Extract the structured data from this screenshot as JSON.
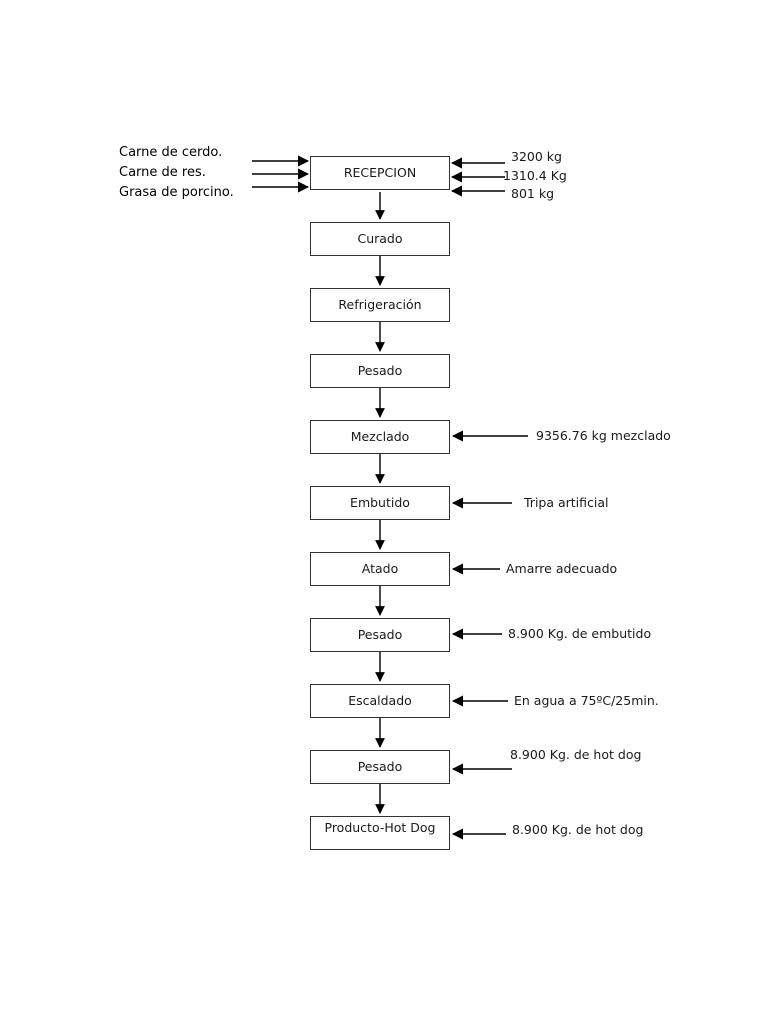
{
  "diagram": {
    "type": "process-flowchart",
    "title_present": false,
    "orientation": "vertical",
    "process_steps": [
      {
        "id": "recepcion",
        "label": "RECEPCION"
      },
      {
        "id": "curado",
        "label": "Curado"
      },
      {
        "id": "refrigeracion",
        "label": "Refrigeración"
      },
      {
        "id": "pesado-1",
        "label": "Pesado"
      },
      {
        "id": "mezclado",
        "label": "Mezclado"
      },
      {
        "id": "embutido",
        "label": "Embutido"
      },
      {
        "id": "atado",
        "label": "Atado"
      },
      {
        "id": "pesado-2",
        "label": "Pesado"
      },
      {
        "id": "escaldado",
        "label": "Escaldado"
      },
      {
        "id": "pesado-3",
        "label": "Pesado"
      },
      {
        "id": "producto",
        "label": "Producto-Hot Dog"
      }
    ],
    "inputs_left": [
      {
        "id": "input-cerdo",
        "label": "Carne de cerdo."
      },
      {
        "id": "input-res",
        "label": "Carne de res."
      },
      {
        "id": "input-grasa",
        "label": "Grasa de porcino."
      }
    ],
    "quantities_right": [
      {
        "id": "qty-cerdo",
        "label": "3200 kg"
      },
      {
        "id": "qty-res",
        "label": "1310.4 Kg"
      },
      {
        "id": "qty-grasa",
        "label": "801 kg"
      }
    ],
    "side_annotations": [
      {
        "id": "note-mezclado",
        "target": "mezclado",
        "label": "9356.76 kg mezclado"
      },
      {
        "id": "note-embutido",
        "target": "embutido",
        "label": "Tripa artificial"
      },
      {
        "id": "note-atado",
        "target": "atado",
        "label": "Amarre adecuado"
      },
      {
        "id": "note-pesado-2",
        "target": "pesado-2",
        "label": "8.900 Kg. de embutido"
      },
      {
        "id": "note-escaldado",
        "target": "escaldado",
        "label": "En agua a 75ºC/25min."
      },
      {
        "id": "note-pesado-3",
        "target": "pesado-3",
        "label": "8.900 Kg. de hot dog"
      },
      {
        "id": "note-producto",
        "target": "producto",
        "label": "8.900 Kg. de hot dog"
      }
    ],
    "colors": {
      "box_border": "#333333",
      "box_fill": "#ffffff",
      "arrow": "#000000",
      "text": "#1a1a1a",
      "page_background": "#ffffff"
    }
  }
}
